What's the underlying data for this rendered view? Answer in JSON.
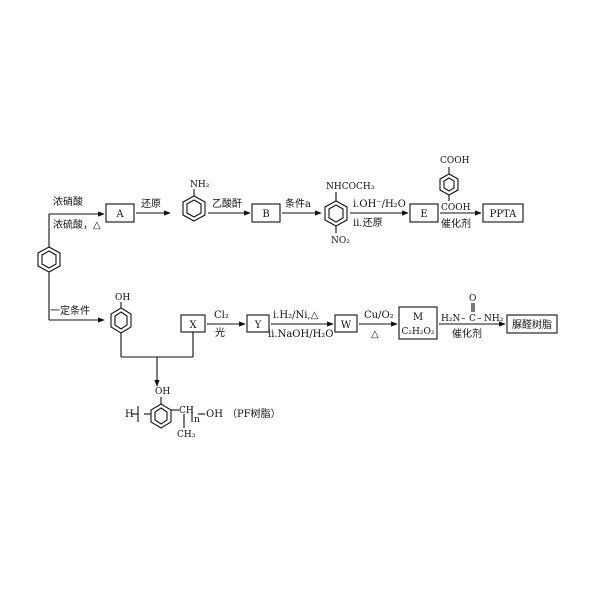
{
  "compounds": {
    "A": "A",
    "B": "B",
    "E": "E",
    "PPTA": "PPTA",
    "X": "X",
    "Y": "Y",
    "W": "W",
    "M_name": "M",
    "M_formula": "C₂H₂O₂",
    "product_resin": "脲醛树脂"
  },
  "conditions": {
    "nitration_1": "浓硝酸",
    "nitration_2": "浓硫酸，△",
    "reduction": "还原",
    "acetic_anhydride": "乙酸酐",
    "condition_a": "条件a",
    "step_i_hydrolysis": "ⅰ.OH⁻/H₂O",
    "step_ii_reduction": "ⅱ.还原",
    "catalyst_1": "催化剂",
    "certain_condition": "一定条件",
    "cl2": "Cl₂",
    "light": "光",
    "step_i_hydrogenation": "ⅰ.H₂/Ni,△",
    "step_ii_naoh": "ⅱ.NaOH/H₂O",
    "cu_o2": "Cu/O₂",
    "heat": "△",
    "catalyst_2": "催化剂"
  },
  "groups": {
    "nh2": "NH₂",
    "nhcoch3": "NHCOCH₃",
    "no2": "NO₂",
    "cooh_top": "COOH",
    "cooh_bottom": "COOH",
    "oh_phenol": "OH",
    "urea_left": "H₂N",
    "urea_c": "C",
    "urea_o": "O",
    "urea_right": "NH₂",
    "pf_h": "H",
    "pf_oh_top": "OH",
    "pf_ch": "CH",
    "pf_n": "n",
    "pf_oh_end": "OH",
    "pf_ch3": "CH₃",
    "pf_label": "（PF树脂）"
  }
}
